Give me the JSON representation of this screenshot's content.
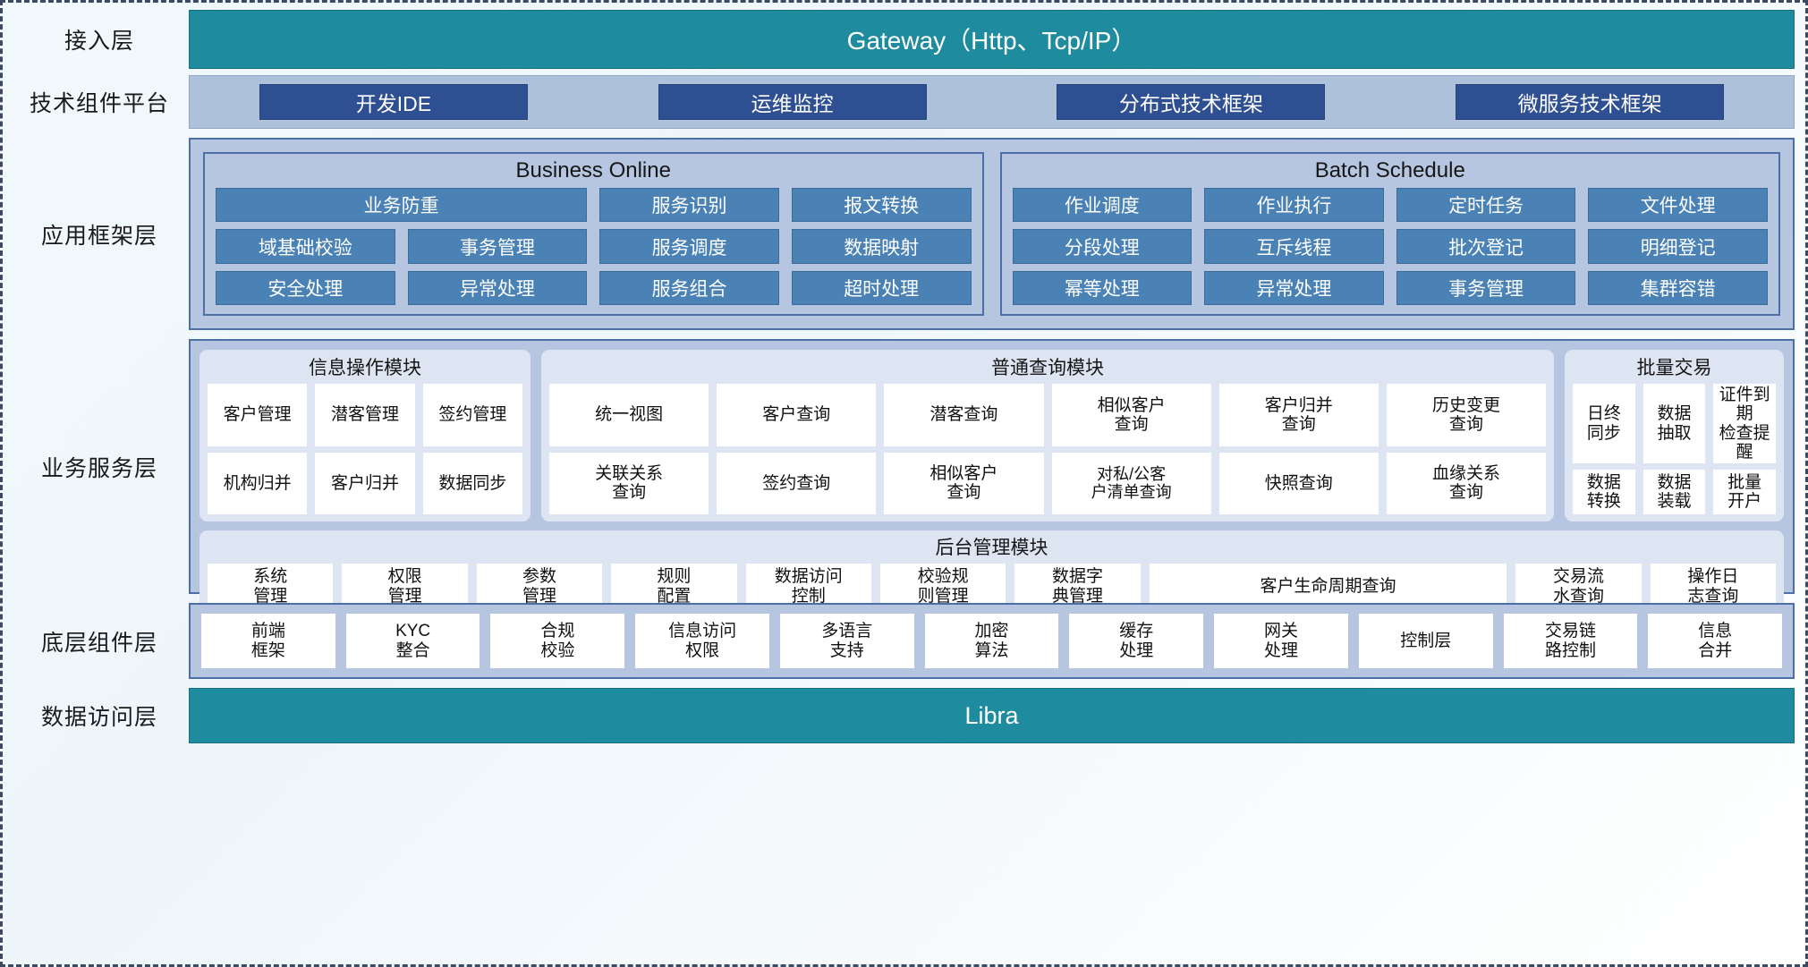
{
  "layers": [
    {
      "id": "access",
      "label": "接入层"
    },
    {
      "id": "tech",
      "label": "技术组件平台"
    },
    {
      "id": "appframework",
      "label": "应用框架层"
    },
    {
      "id": "bizservice",
      "label": "业务服务层"
    },
    {
      "id": "component",
      "label": "底层组件层"
    },
    {
      "id": "dataaccess",
      "label": "数据访问层"
    }
  ],
  "access": {
    "title": "Gateway（Http、Tcp/IP）"
  },
  "tech": {
    "chips": [
      "开发IDE",
      "运维监控",
      "分布式技术框架",
      "微服务技术框架"
    ]
  },
  "appframework": {
    "groups": [
      {
        "title": "Business Online",
        "rows": [
          [
            "业务防重",
            "服务识别",
            "报文转换"
          ],
          [
            "域基础校验",
            "事务管理",
            "服务调度",
            "数据映射"
          ],
          [
            "安全处理",
            "异常处理",
            "服务组合",
            "超时处理"
          ]
        ]
      },
      {
        "title": "Batch Schedule",
        "rows": [
          [
            "作业调度",
            "作业执行",
            "定时任务",
            "文件处理"
          ],
          [
            "分段处理",
            "互斥线程",
            "批次登记",
            "明细登记"
          ],
          [
            "幂等处理",
            "异常处理",
            "事务管理",
            "集群容错"
          ]
        ]
      }
    ]
  },
  "bizservice": {
    "modules": [
      {
        "title": "信息操作模块",
        "rows": [
          [
            "客户管理",
            "潜客管理",
            "签约管理"
          ],
          [
            "机构归并",
            "客户归并",
            "数据同步"
          ]
        ]
      },
      {
        "title": "普通查询模块",
        "rows": [
          [
            "统一视图",
            "客户查询",
            "潜客查询",
            "相似客户\n查询",
            "客户归并\n查询",
            "历史变更\n查询"
          ],
          [
            "关联关系\n查询",
            "签约查询",
            "相似客户\n查询",
            "对私/公客\n户清单查询",
            "快照查询",
            "血缘关系\n查询"
          ]
        ]
      },
      {
        "title": "批量交易",
        "rows": [
          [
            "日终\n同步",
            "数据\n抽取",
            "证件到期\n检查提醒"
          ],
          [
            "数据\n转换",
            "数据\n装载",
            "批量\n开户"
          ]
        ]
      }
    ],
    "backoffice": {
      "title": "后台管理模块",
      "cells": [
        {
          "label": "系统\n管理",
          "wide": false
        },
        {
          "label": "权限\n管理",
          "wide": false
        },
        {
          "label": "参数\n管理",
          "wide": false
        },
        {
          "label": "规则\n配置",
          "wide": false
        },
        {
          "label": "数据访问\n控制",
          "wide": false
        },
        {
          "label": "校验规\n则管理",
          "wide": false
        },
        {
          "label": "数据字\n典管理",
          "wide": false
        },
        {
          "label": "客户生命周期查询",
          "wide": true
        },
        {
          "label": "交易流\n水查询",
          "wide": false
        },
        {
          "label": "操作日\n志查询",
          "wide": false
        }
      ]
    }
  },
  "component": {
    "cells": [
      "前端\n框架",
      "KYC\n整合",
      "合规\n校验",
      "信息访问\n权限",
      "多语言\n支持",
      "加密\n算法",
      "缓存\n处理",
      "网关\n处理",
      "控制层",
      "交易链\n路控制",
      "信息\n合并"
    ]
  },
  "dataaccess": {
    "title": "Libra"
  },
  "colors": {
    "teal": "#1f8b9e",
    "tech_band": "#aec1db",
    "tech_chip": "#2e4f91",
    "app_band": "#b6c6e0",
    "app_cell": "#4a82b5",
    "module_bg": "#dde5f2",
    "cell_bg": "#ffffff",
    "border": "#4d6fa8"
  }
}
